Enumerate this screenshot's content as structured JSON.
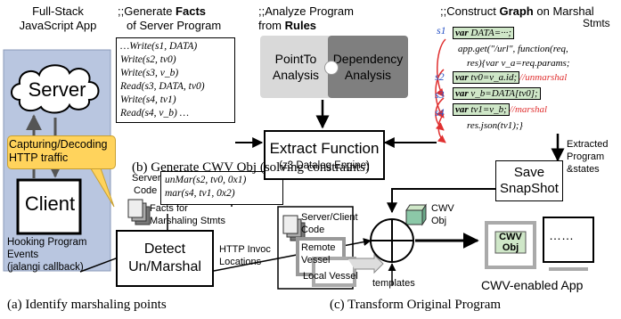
{
  "panel_a": {
    "app_title_line1": "Full-Stack",
    "app_title_line2": "JavaScript App",
    "server_label": "Server",
    "client_label": "Client",
    "capture_line1": "Capturing/Decoding",
    "capture_line2": "HTTP traffic",
    "hook_line1": "Hooking Program",
    "hook_line2": "Events",
    "hook_line3": "(jalangi callback)",
    "server_code_line1": "Server",
    "server_code_line2": "Code",
    "detect_line1": "Detect",
    "detect_line2": "Un/Marshal",
    "facts_marshal_line1": "Facts for",
    "facts_marshal_line2": "Marshaling Stmts",
    "unmar_fact": "unMar(s2, tv0, 0x1)",
    "mar_fact": "mar(s4, tv1, 0x2)",
    "caption": "(a) Identify marshaling points"
  },
  "panel_b": {
    "gen_facts_prefix": ";;Generate ",
    "gen_facts_bold": "Facts",
    "gen_facts_line2": "of Server Program",
    "facts": [
      "…Write(s1, DATA)",
      "Write(s2, tv0)",
      "Write(s3, v_b)",
      "Read(s3, DATA, tv0)",
      "Write(s4, tv1)",
      "Read(s4, v_b) …"
    ],
    "analyze_line1": ";;Analyze Program",
    "analyze_prefix": "from ",
    "analyze_bold": "Rules",
    "pointto_line1": "PointTo",
    "pointto_line2": "Analysis",
    "dependency_line1": "Dependency",
    "dependency_line2": "Analysis",
    "extract_title": "Extract Function",
    "extract_sub": "(z3 Datalog Engine)",
    "construct_prefix": ";;Construct ",
    "construct_bold": "Graph",
    "construct_suffix": " on Marshal",
    "construct_line2": "Stmts",
    "code": {
      "l1_kw": "var",
      "l1_rest": " DATA=···;",
      "l2": "app.get(\"/url\", function(req,",
      "l3": "res){var v_a=req.params;",
      "l4_kw": "var",
      "l4_rest": " tv0=v_a.id;",
      "l4_comment": "//unmarshal",
      "l5_kw": "var",
      "l5_rest": " v_b=DATA[tv0];",
      "l6_kw": "var",
      "l6_rest": " tv1=v_b;",
      "l6_comment": "//marshal",
      "l7": "res.json(tv1);}"
    },
    "stmt_labels": [
      "s1",
      "s2",
      "s3",
      "s4"
    ],
    "extracted_line1": "Extracted",
    "extracted_line2": "Program",
    "extracted_line3": "&states",
    "save_line1": "Save",
    "save_line2": "SnapShot",
    "caption": "(b) Generate CWV Obj (solving constraints)"
  },
  "panel_c": {
    "cwv_obj_line1": "CWV",
    "cwv_obj_line2": "Obj",
    "http_line1": "HTTP Invoc",
    "http_line2": "Locations",
    "sc_code_line1": "Server/Client",
    "sc_code_line2": "Code",
    "remote_line1": "Remote",
    "remote_line2": "Vessel",
    "local_vessel": "Local Vessel",
    "templates": "templates",
    "app_cwv_line1": "CWV",
    "app_cwv_line2": "Obj",
    "app_dots": "……",
    "app_label": "CWV-enabled App",
    "caption": "(c) Transform Original Program"
  },
  "colors": {
    "left_panel_bg": "#b9c6e0",
    "callout_bg": "#ffd35c",
    "highlight_bg": "#cfe7c8",
    "pointto_bg": "#d9d9d9",
    "dependency_bg": "#7f7f7f",
    "red": "#e03030",
    "blue": "#2a54c6"
  }
}
